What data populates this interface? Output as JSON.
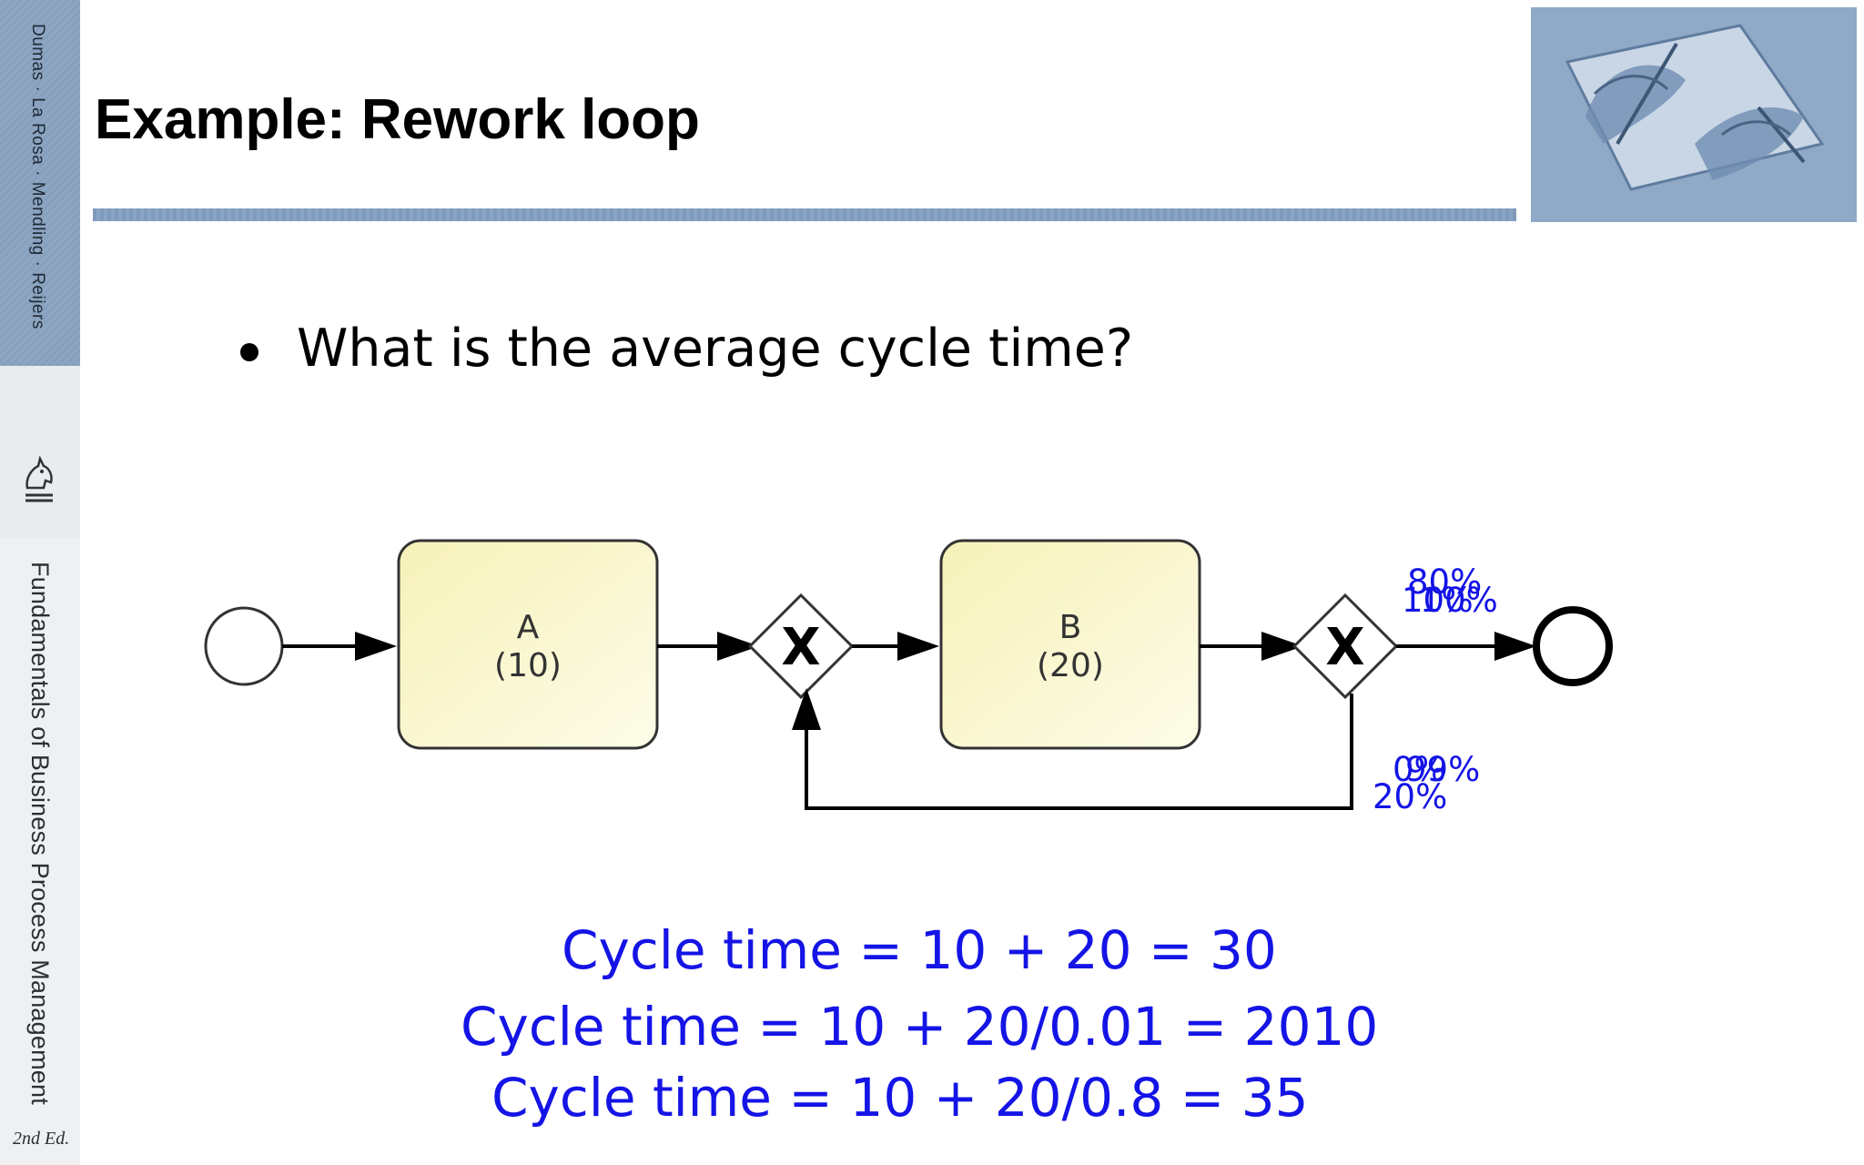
{
  "sidebar": {
    "authors": "Dumas · La Rosa · Mendling · Reijers",
    "book_title": "Fundamentals of Business Process Management",
    "edition": "2nd Ed."
  },
  "slide": {
    "title": "Example: Rework loop",
    "bullet": "What is the average cycle time?"
  },
  "diagram": {
    "task_a": {
      "name": "A",
      "duration": "(10)"
    },
    "task_b": {
      "name": "B",
      "duration": "(20)"
    },
    "gateway_symbol": "X",
    "exit_probabilities": [
      "80%",
      "100%",
      "1%"
    ],
    "loop_probabilities": [
      "0%",
      "99%",
      "20%"
    ]
  },
  "formulas": [
    "Cycle time = 10 + 20 = 30",
    "Cycle time = 10 + 20/0.01 = 2010",
    "Cycle time = 10 + 20/0.8 = 35"
  ],
  "colors": {
    "accent_blue": "#1414e6",
    "task_fill": "#fbf9d2",
    "header_rule": "#7f9bbb"
  }
}
